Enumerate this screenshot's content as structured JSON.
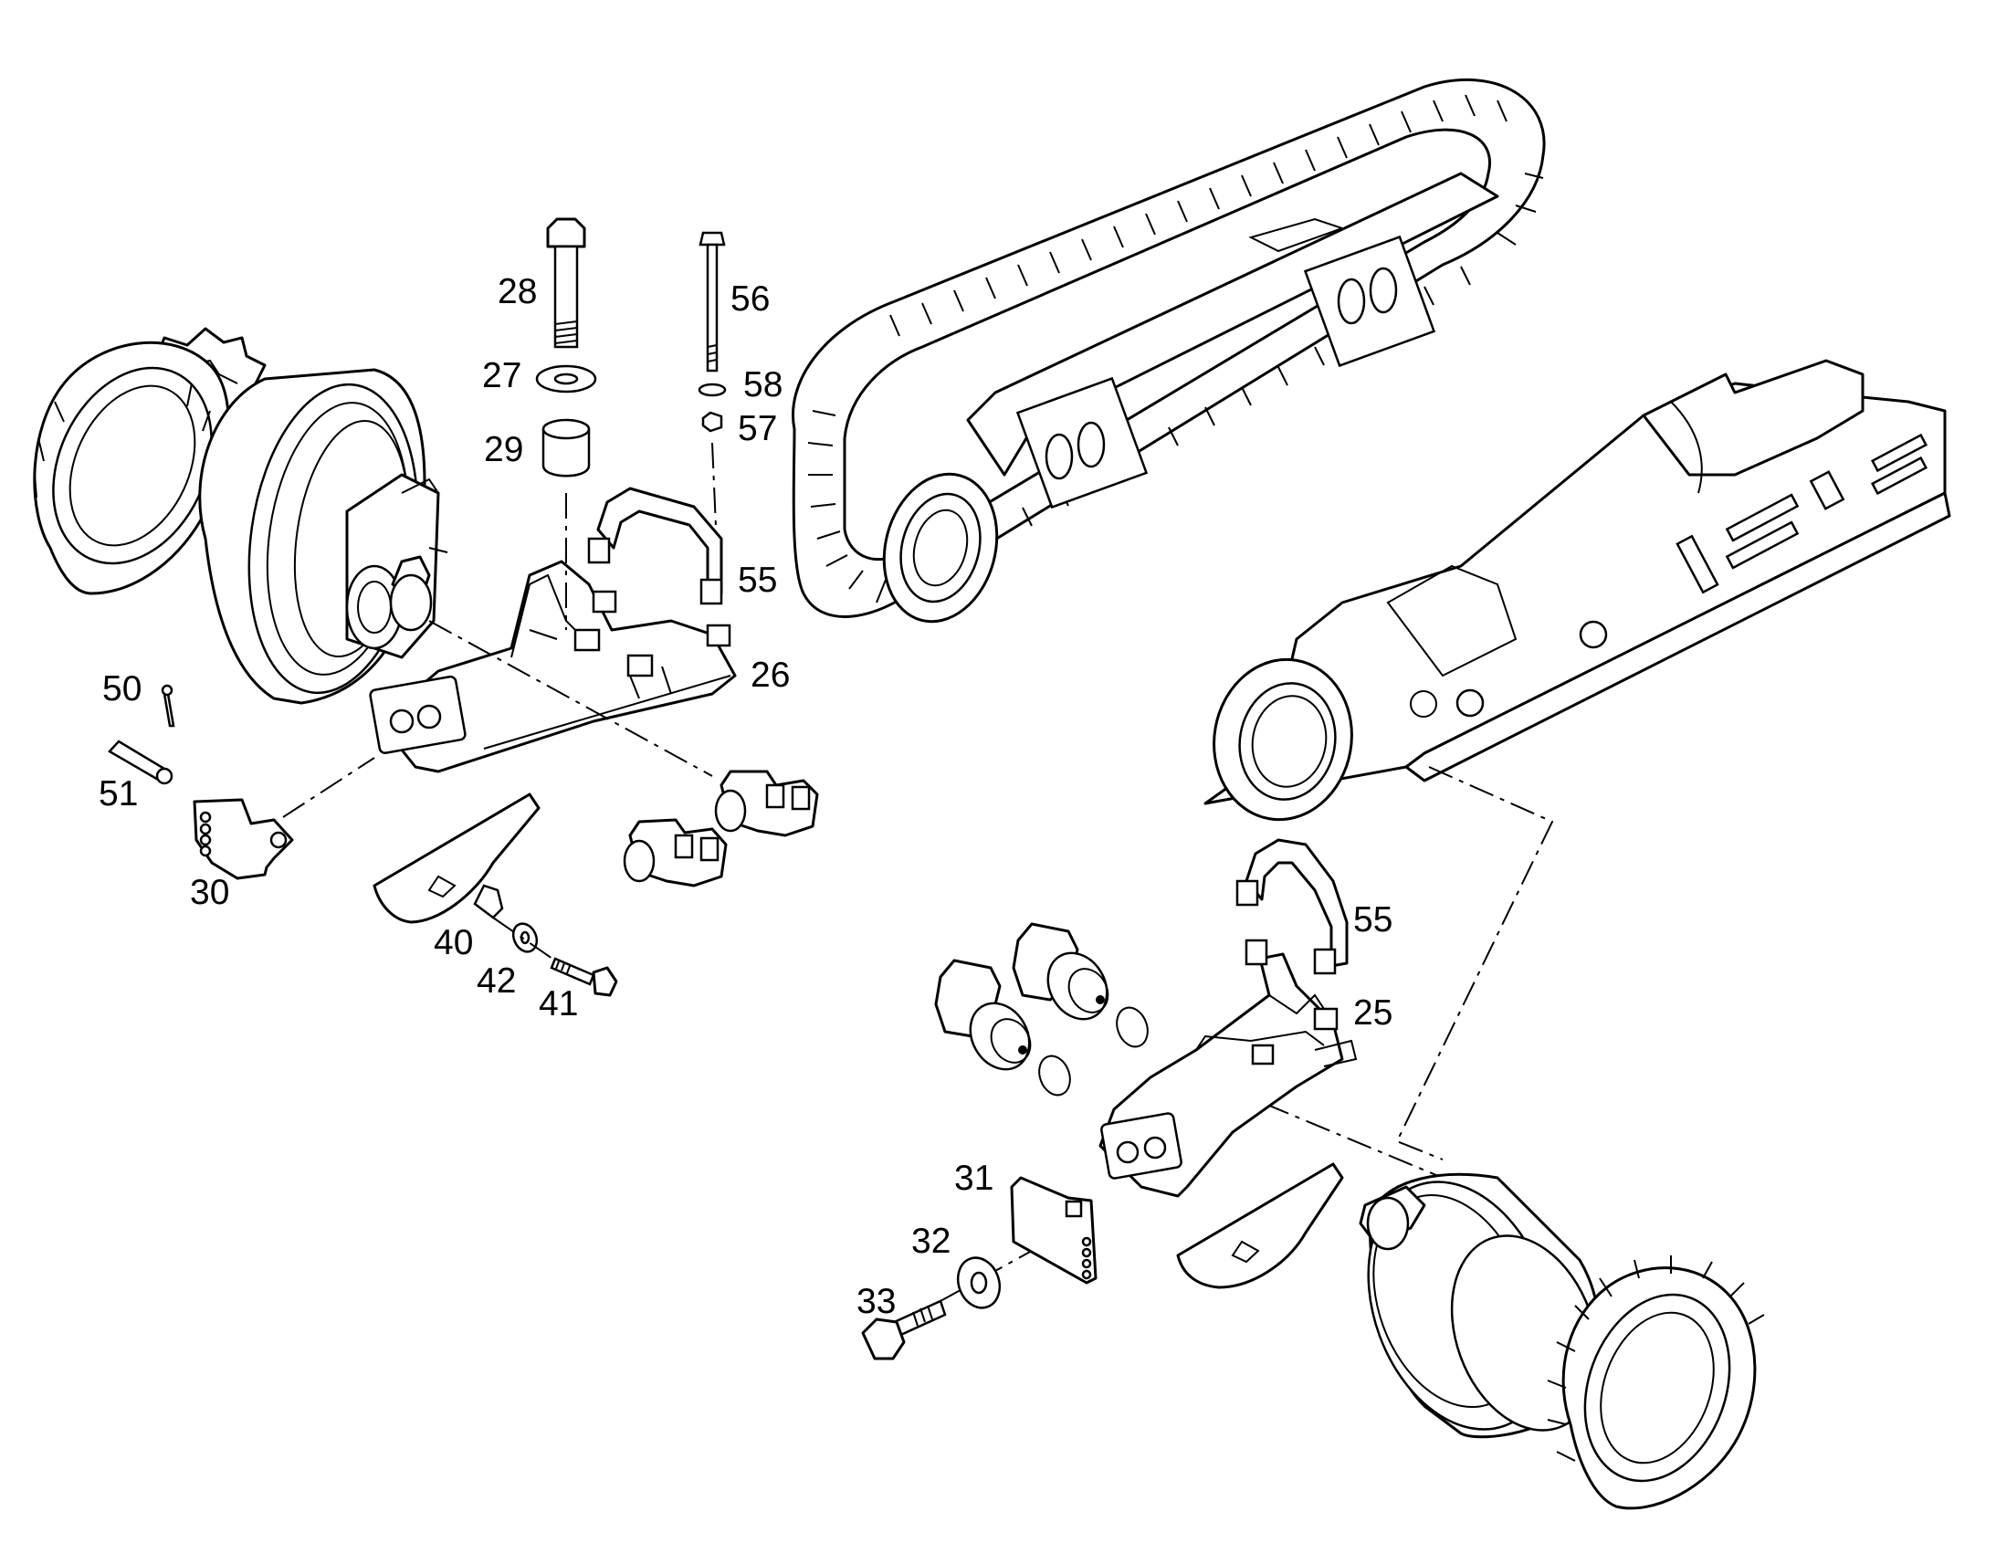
{
  "colors": {
    "line": "#000000",
    "background": "#ffffff"
  },
  "callouts": [
    {
      "id": "c28",
      "text": "28"
    },
    {
      "id": "c56",
      "text": "56"
    },
    {
      "id": "c27",
      "text": "27"
    },
    {
      "id": "c58",
      "text": "58"
    },
    {
      "id": "c57",
      "text": "57"
    },
    {
      "id": "c29",
      "text": "29"
    },
    {
      "id": "c55a",
      "text": "55"
    },
    {
      "id": "c26",
      "text": "26"
    },
    {
      "id": "c50",
      "text": "50"
    },
    {
      "id": "c51",
      "text": "51"
    },
    {
      "id": "c30",
      "text": "30"
    },
    {
      "id": "c40",
      "text": "40"
    },
    {
      "id": "c42",
      "text": "42"
    },
    {
      "id": "c41",
      "text": "41"
    },
    {
      "id": "c55b",
      "text": "55"
    },
    {
      "id": "c25",
      "text": "25"
    },
    {
      "id": "c31",
      "text": "31"
    },
    {
      "id": "c32",
      "text": "32"
    },
    {
      "id": "c33",
      "text": "33"
    }
  ]
}
